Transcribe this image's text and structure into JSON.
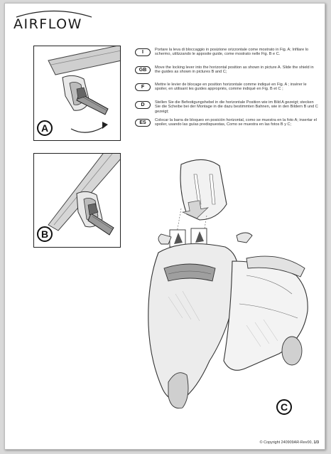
{
  "brand": {
    "name": "AIRFLOW"
  },
  "figures": {
    "a": {
      "label": "A"
    },
    "b": {
      "label": "B"
    },
    "c": {
      "label": "C"
    }
  },
  "instructions": [
    {
      "lang": "I",
      "text": "Portare la leva di bloccaggio in posizione orizzontale come mostrato in Fig. A; Infilare lo schermo, utilizzando le apposite guide, come mostrato nelle Fig. B e C."
    },
    {
      "lang": "GB",
      "text": "Move the locking lever into the horizontal position as shown in picture A. Slide the shield in the guides as shown in pictures B and C;"
    },
    {
      "lang": "F",
      "text": "Mettre le levier de blocage en position  horizontale comme indiqué en Fig. A ; insérer le spoiler, en utilisant les guides appropriés, comme indiqué en Fig. B et C ;"
    },
    {
      "lang": "D",
      "text": "Stellen Sie die Befestigungshebel in die horizontale Position wie im Bild A gezeigt; stecken Sie die Scheibe bei der Montage in die dazu bestimmten Bahnen, wie in den Bildern B und C gezeigt;"
    },
    {
      "lang": "ES",
      "text": "Colocar la barra de bloqueo en posición  horizontal, como se muestra en la foto A; insertar el spoiler, usando las guías predispuestas, Como se muestra en las fotos B y C;"
    }
  ],
  "footer": {
    "copyright": "© Copyright 240909AR-Rev00,",
    "page": "1/3"
  },
  "colors": {
    "ink": "#222222",
    "page": "#ffffff",
    "backdrop": "#d9d9d9"
  }
}
